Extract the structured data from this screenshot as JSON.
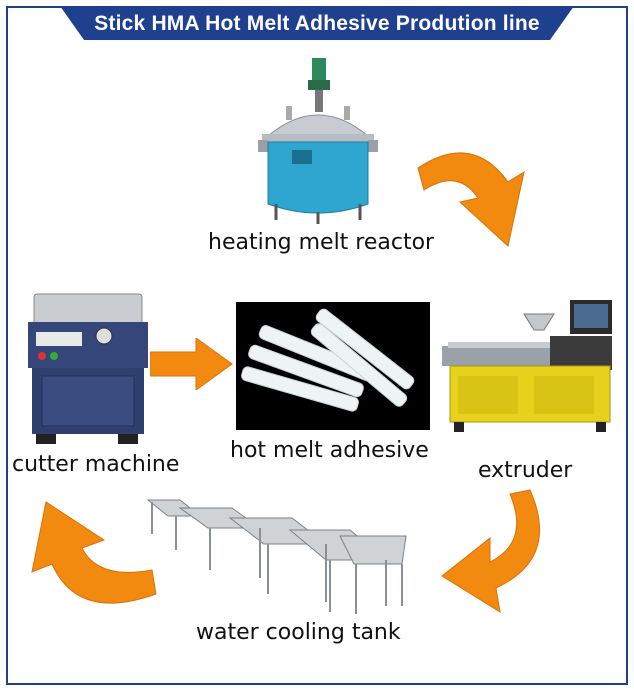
{
  "title": "Stick HMA Hot Melt Adhesive Prodution line",
  "stages": {
    "reactor": "heating melt reactor",
    "adhesive": "hot melt adhesive",
    "extruder": "extruder",
    "cooling": "water cooling tank",
    "cutter": "cutter machine"
  },
  "colors": {
    "banner": "#1f3f8f",
    "arrow": "#f28a10",
    "reactor": "#2fa6cf",
    "extruder": "#e6d21c",
    "cutter": "#35477a"
  }
}
